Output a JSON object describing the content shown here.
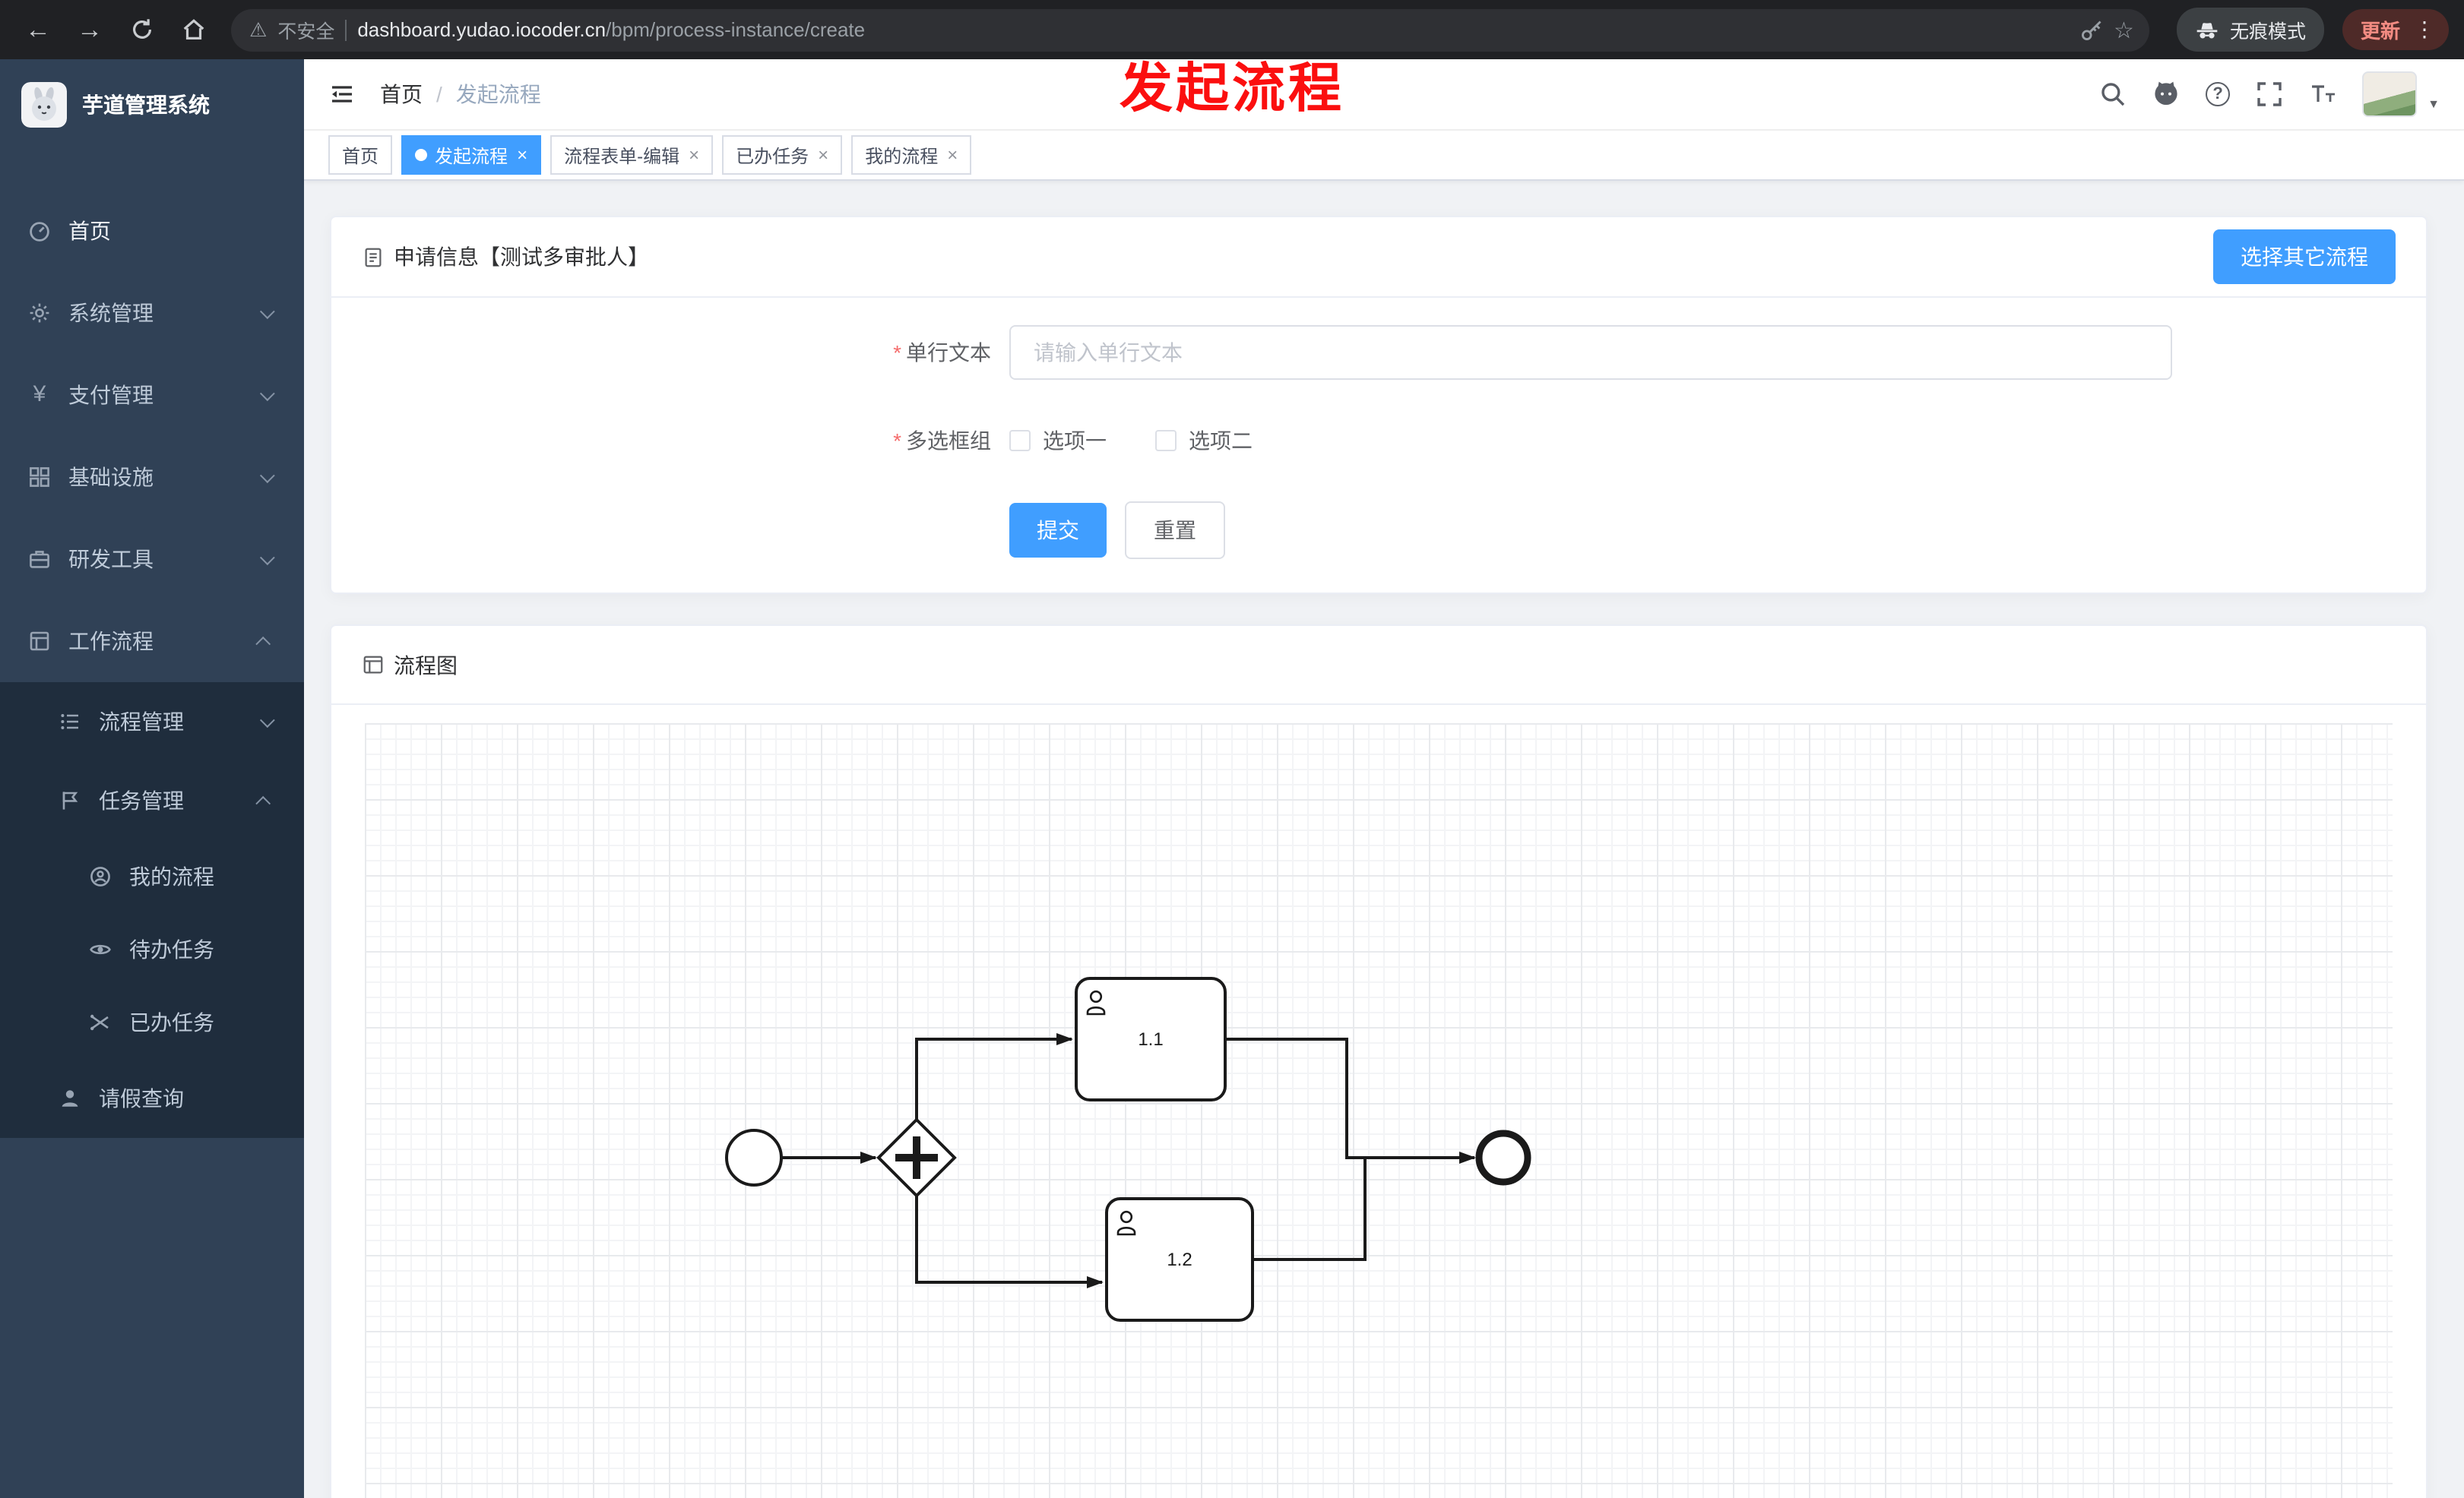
{
  "browser": {
    "security_label": "不安全",
    "url_host": "dashboard.yudao.iocoder.cn",
    "url_path": "/bpm/process-instance/create",
    "incognito_label": "无痕模式",
    "update_label": "更新"
  },
  "annotation": {
    "text": "发起流程"
  },
  "sidebar": {
    "logo_title": "芋道管理系统",
    "items": [
      {
        "label": "首页"
      },
      {
        "label": "系统管理"
      },
      {
        "label": "支付管理"
      },
      {
        "label": "基础设施"
      },
      {
        "label": "研发工具"
      },
      {
        "label": "工作流程"
      }
    ],
    "workflow_children": {
      "process_mgmt": "流程管理",
      "task_mgmt": "任务管理",
      "leave_query": "请假查询",
      "task_children": [
        "我的流程",
        "待办任务",
        "已办任务"
      ]
    }
  },
  "header": {
    "breadcrumb_home": "首页",
    "breadcrumb_current": "发起流程"
  },
  "tabs": [
    {
      "label": "首页"
    },
    {
      "label": "发起流程"
    },
    {
      "label": "流程表单-编辑"
    },
    {
      "label": "已办任务"
    },
    {
      "label": "我的流程"
    }
  ],
  "form_card": {
    "title": "申请信息【测试多审批人】",
    "select_other_button": "选择其它流程",
    "field_text": {
      "label": "单行文本",
      "placeholder": "请输入单行文本",
      "value": ""
    },
    "field_checkbox": {
      "label": "多选框组",
      "option1": "选项一",
      "option2": "选项二"
    },
    "submit_label": "提交",
    "reset_label": "重置"
  },
  "diagram_card": {
    "title": "流程图",
    "task1_label": "1.1",
    "task2_label": "1.2"
  },
  "glyphs": {
    "back": "←",
    "forward": "→",
    "warning": "⚠",
    "star": "☆",
    "kebab": "⋮",
    "close": "×",
    "slash": "/",
    "asterisk": "*",
    "yen": "¥",
    "question": "?",
    "caret_down": "▼"
  }
}
